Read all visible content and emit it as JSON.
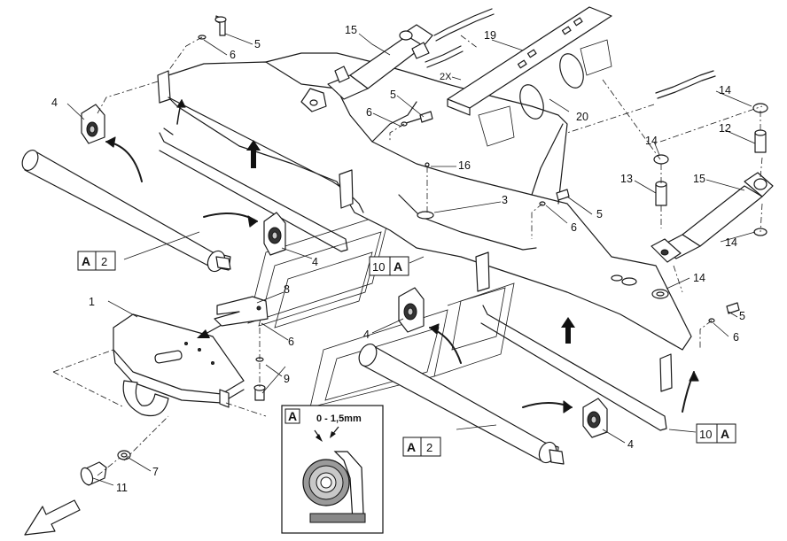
{
  "callouts": {
    "c1": "1",
    "c3": "3",
    "c4a": "4",
    "c4b": "4",
    "c4c": "4",
    "c4d": "4",
    "c5a": "5",
    "c5b": "5",
    "c5c": "5",
    "c5d": "5",
    "c6a": "6",
    "c6b": "6",
    "c6c": "6",
    "c6d": "6",
    "c6e": "6",
    "c7": "7",
    "c8": "8",
    "c9": "9",
    "c11": "11",
    "c12": "12",
    "c13": "13",
    "c14a": "14",
    "c14b": "14",
    "c14c": "14",
    "c14d": "14",
    "c15a": "15",
    "c15b": "15",
    "c16": "16",
    "c19": "19",
    "c20": "20"
  },
  "quantity_note": "2X",
  "ref_boxes": {
    "a2_left": {
      "letter": "A",
      "number": "2"
    },
    "a2_right": {
      "letter": "A",
      "number": "2"
    },
    "ten_a_mid": {
      "number": "10",
      "letter": "A"
    },
    "ten_a_right": {
      "number": "10",
      "letter": "A"
    }
  },
  "detail": {
    "letter": "A",
    "clearance": "0 - 1,5mm"
  }
}
